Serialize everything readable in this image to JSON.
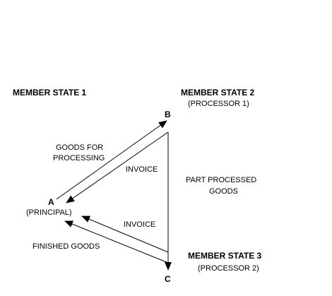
{
  "regions": {
    "member_state_1": "MEMBER STATE 1",
    "member_state_2": {
      "title": "MEMBER STATE 2",
      "subtitle": "(PROCESSOR 1)"
    },
    "member_state_3": {
      "title": "MEMBER STATE 3",
      "subtitle": "(PROCESSOR 2)"
    }
  },
  "nodes": {
    "a": {
      "letter": "A",
      "label": "(PRINCIPAL)"
    },
    "b": {
      "letter": "B"
    },
    "c": {
      "letter": "C"
    }
  },
  "flows": {
    "goods_for_processing": [
      "GOODS FOR",
      "PROCESSING"
    ],
    "invoice_b_to_a": "INVOICE",
    "part_processed_goods": [
      "PART PROCESSED",
      "GOODS"
    ],
    "invoice_c_to_a": "INVOICE",
    "finished_goods": "FINISHED GOODS"
  },
  "colors": {
    "ink": "#000000",
    "background": "#ffffff"
  }
}
